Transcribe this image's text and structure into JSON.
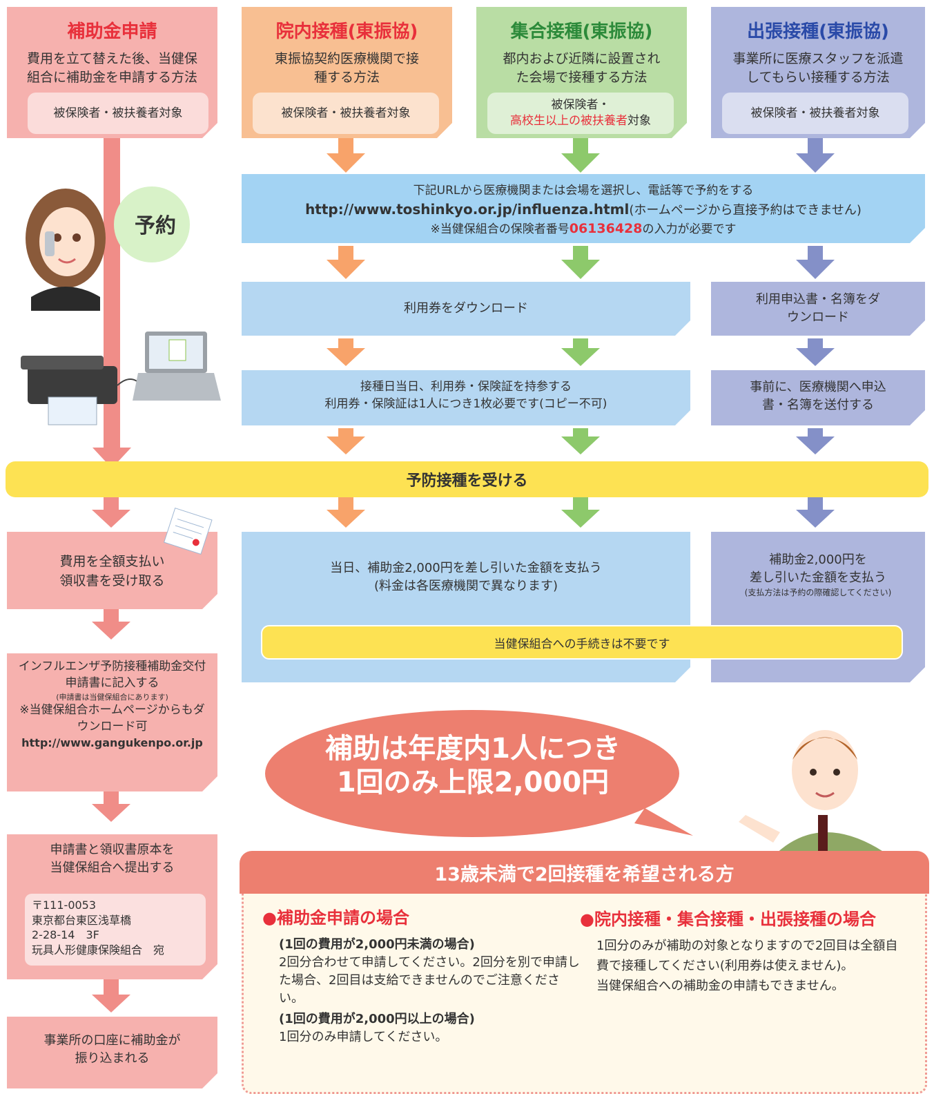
{
  "methods": {
    "subsidy": {
      "title": "補助金申請",
      "desc": "費用を立て替えた後、当健保組合に補助金を申請する方法",
      "target": "被保険者・被扶養者対象"
    },
    "innai": {
      "title": "院内接種(東振協)",
      "desc": "東振協契約医療機関で接種する方法",
      "target": "被保険者・被扶養者対象"
    },
    "shugo": {
      "title": "集合接種(東振協)",
      "desc": "都内および近隣に設置された会場で接種する方法",
      "target_line1": "被保険者・",
      "target_red": "高校生以上の被扶養者",
      "target_suffix": "対象"
    },
    "shutcho": {
      "title": "出張接種(東振協)",
      "desc": "事業所に医療スタッフを派遣してもらい接種する方法",
      "target": "被保険者・被扶養者対象"
    }
  },
  "reserve": {
    "label": "予約",
    "line1": "下記URLから医療機関または会場を選択し、電話等で予約をする",
    "url": "http://www.toshinkyo.or.jp/influenza.html",
    "url_note": "(ホームページから直接予約はできません)",
    "line3_prefix": "※当健保組合の保険者番号",
    "insurer_no": "06136428",
    "line3_suffix": "の入力が必要です"
  },
  "download_ticket": "利用券をダウンロード",
  "download_form": "利用申込書・名簿をダウンロード",
  "bring": {
    "line1": "接種日当日、利用券・保険証を持参する",
    "line2": "利用券・保険証は1人につき1枚必要です(コピー不可)"
  },
  "send_form": "事前に、医療機関へ申込書・名簿を送付する",
  "vaccinate": "予防接種を受ける",
  "pay_left": {
    "line1": "費用を全額支払い",
    "line2": "領収書を受け取る"
  },
  "pay_mid": {
    "line1": "当日、補助金2,000円を差し引いた金額を支払う",
    "line2": "(料金は各医療機関で異なります)"
  },
  "pay_right": {
    "line1": "補助金2,000円を",
    "line2": "差し引いた金額を支払う",
    "note": "(支払方法は予約の際確認してください)"
  },
  "no_procedure": "当健保組合への手続きは不要です",
  "fill_form": {
    "line1": "インフルエンザ予防接種補助金交付申請書に記入する",
    "note": "(申請書は当健保組合にあります)",
    "line3": "※当健保組合ホームページからもダウンロード可",
    "url": "http://www.gangukenpo.or.jp"
  },
  "submit": {
    "line1": "申請書と領収書原本を",
    "line2": "当健保組合へ提出する",
    "address": [
      "〒111-0053",
      "東京都台東区浅草橋",
      "2-28-14　3F",
      "玩具人形健康保険組合　宛"
    ]
  },
  "transfer": {
    "line1": "事業所の口座に補助金が",
    "line2": "振り込まれる"
  },
  "bubble": {
    "line1": "補助は年度内1人につき",
    "line2": "1回のみ上限2,000円"
  },
  "under13": {
    "header": "13歳未満で2回接種を希望される方",
    "subsidy_title": "補助金申請の場合",
    "subsidy_case1": "(1回の費用が2,000円未満の場合)",
    "subsidy_case1_text": "2回分合わせて申請してください。2回分を別で申請した場合、2回目は支給できませんのでご注意ください。",
    "subsidy_case2": "(1回の費用が2,000円以上の場合)",
    "subsidy_case2_text": "1回分のみ申請してください。",
    "other_title": "院内接種・集合接種・出張接種の場合",
    "other_text1": "1回分のみが補助の対象となりますので2回目は全額自費で接種してください(利用券は使えません)。",
    "other_text2": "当健保組合への補助金の申請もできません。"
  },
  "colors": {
    "pink": "#f6b1ae",
    "orange": "#f8bf92",
    "green": "#b9dda4",
    "blue": "#b5d7f2",
    "purple": "#aeb6dd",
    "yellow": "#fde253",
    "red": "#e8303b",
    "bubble": "#ed7f6f"
  }
}
